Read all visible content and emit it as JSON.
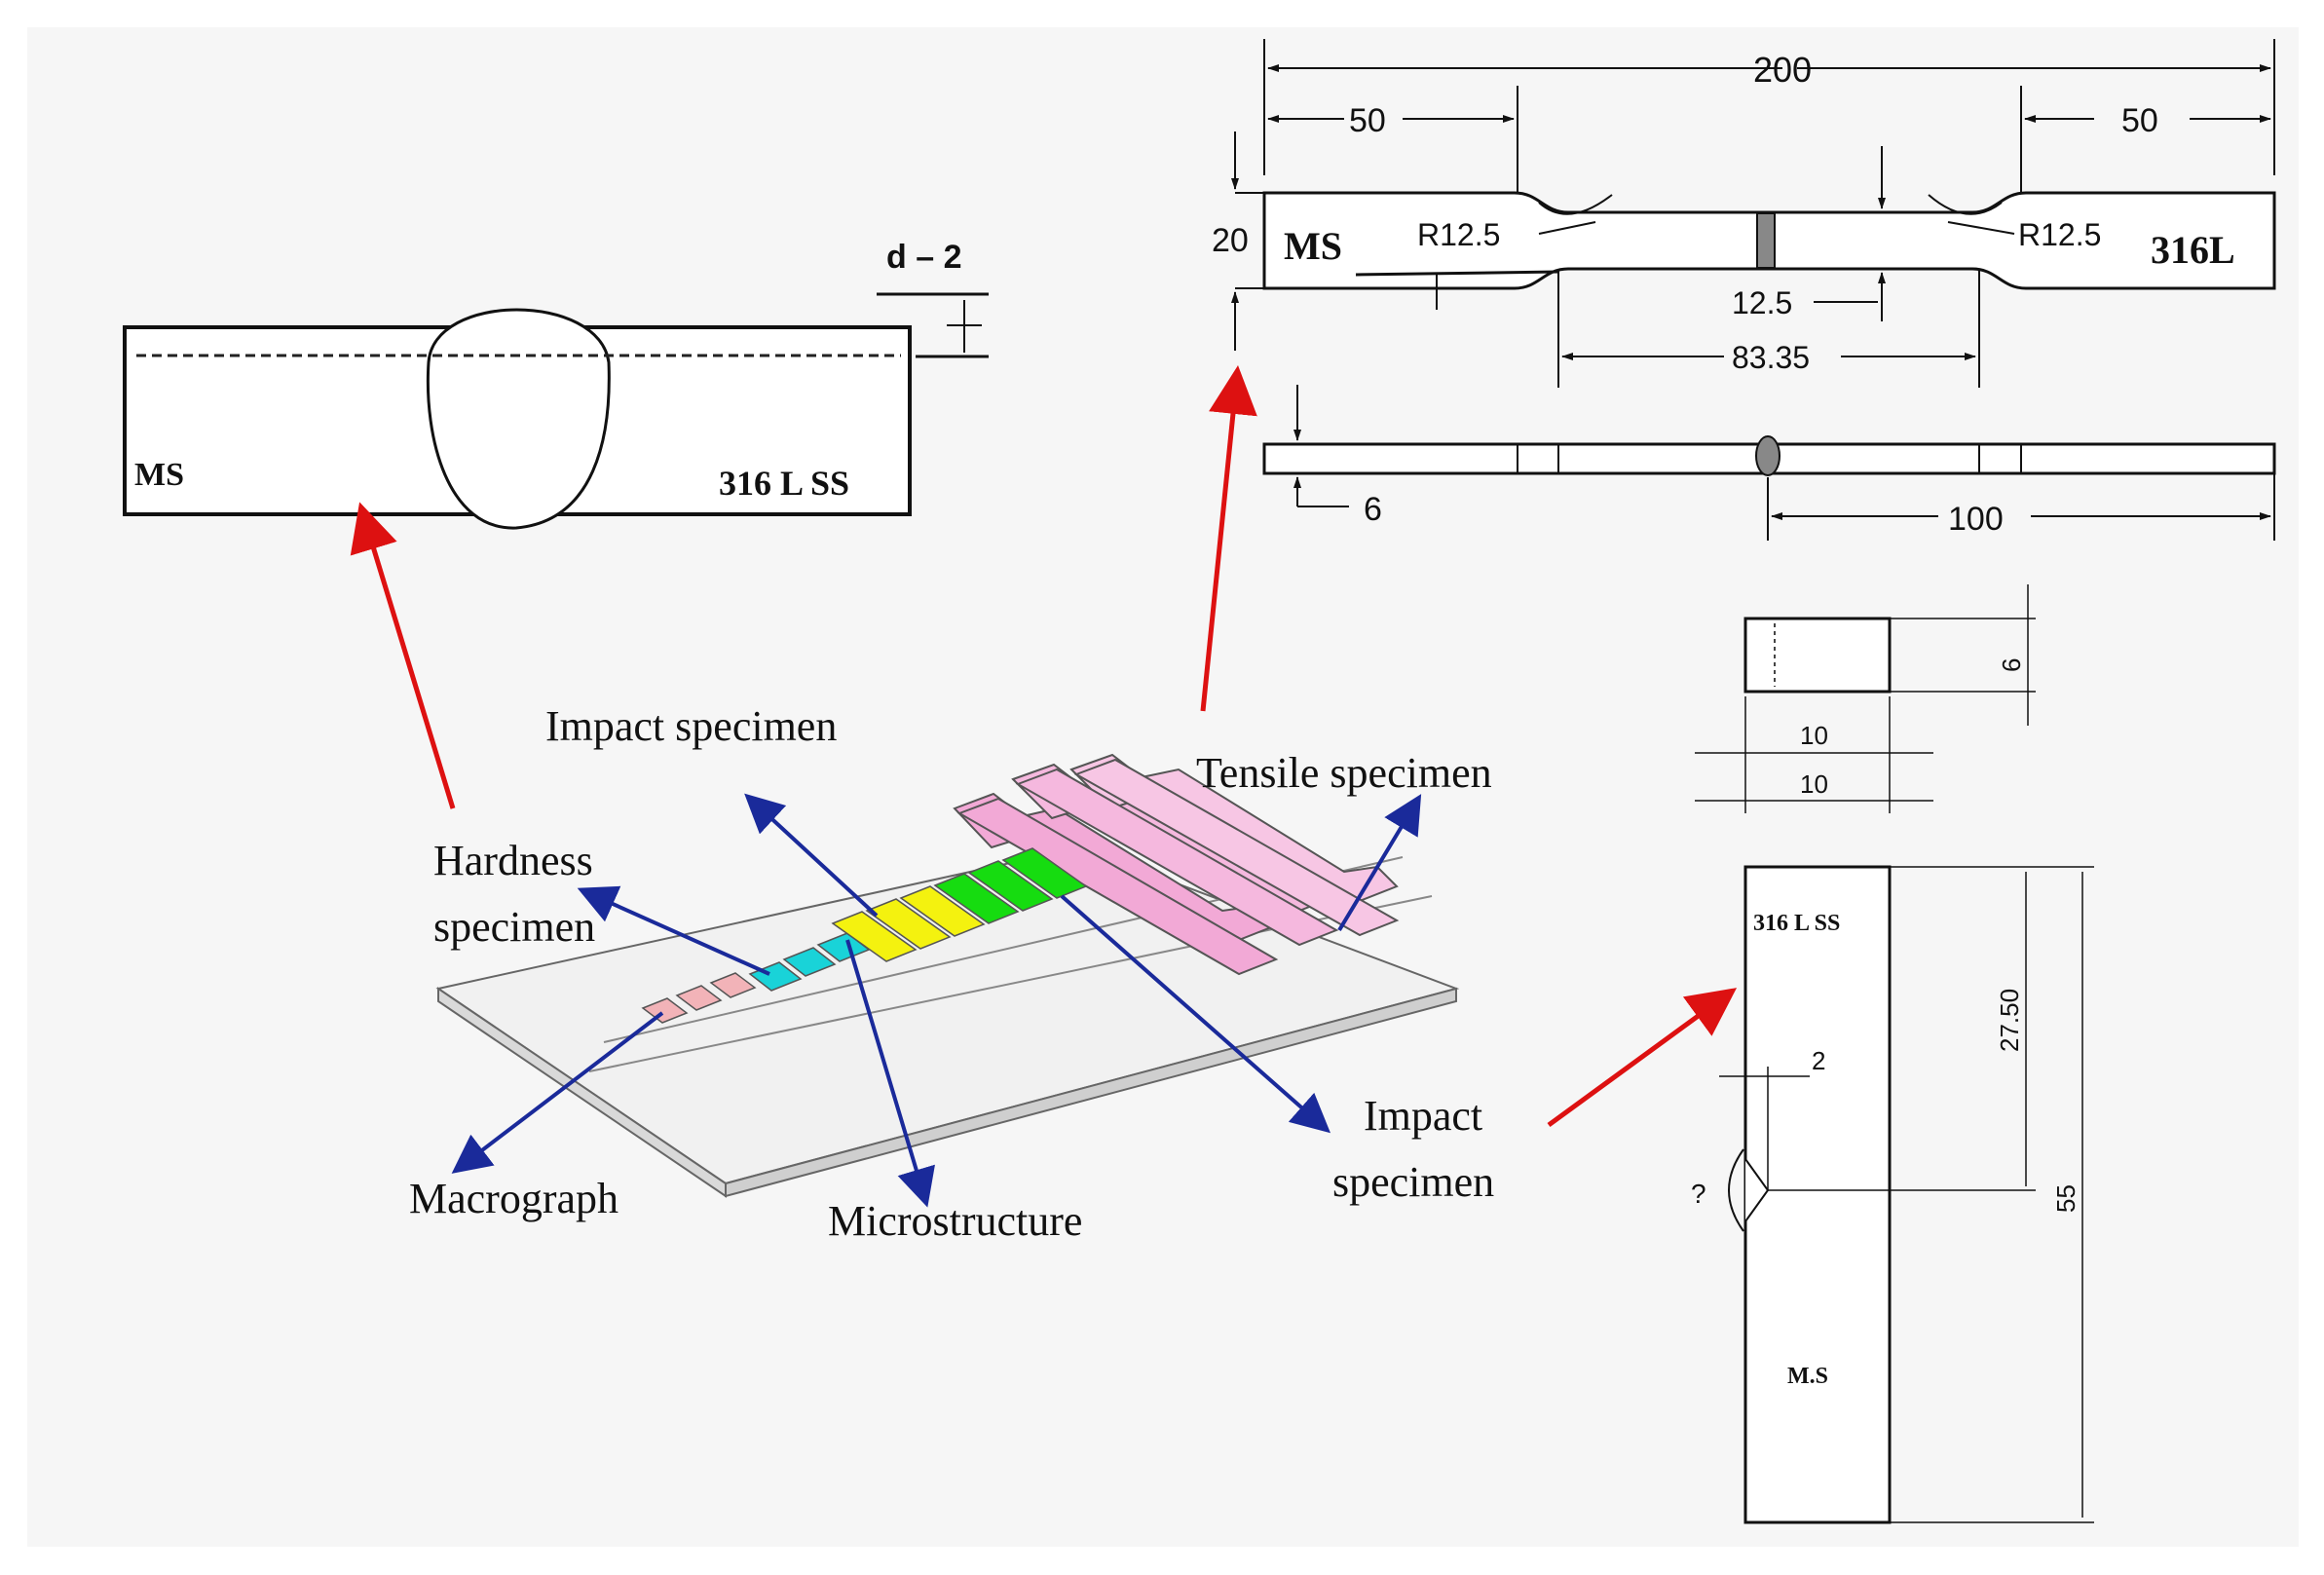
{
  "colors": {
    "background_panel": "#f6f6f6",
    "red_arrow": "#dd1111",
    "blue_arrow": "#1a2a9a",
    "pink": "#f2a9d6",
    "pink_light": "#f7c6e4",
    "salmon": "#f2b3b8",
    "cyan": "#19d3d8",
    "yellow": "#f4f20f",
    "green": "#16dc10"
  },
  "macrograph_drawing": {
    "left_label": "MS",
    "right_label": "316 L SS",
    "depth_label": "d – 2"
  },
  "tensile_drawing": {
    "overall_length": "200",
    "grip_left": "50",
    "grip_right": "50",
    "width": "20",
    "left_label": "MS",
    "right_label": "316L",
    "radius_left": "R12.5",
    "radius_right": "R12.5",
    "gauge_width": "12.5",
    "gauge_length": "83.35",
    "thickness": "6",
    "half_length": "100"
  },
  "impact_drawing": {
    "end_view_height": "6",
    "end_view_width": "10",
    "body_width": "10",
    "top_label": "316 L SS",
    "bottom_label": "M.S",
    "notch_depth": "2",
    "notch_position": "27.50",
    "total_length": "55",
    "notch_angle": "?"
  },
  "plate_labels": {
    "impact_specimen_top": "Impact specimen",
    "tensile_specimen": "Tensile specimen",
    "hardness_specimen_line1": "Hardness",
    "hardness_specimen_line2": "specimen",
    "macrograph": "Macrograph",
    "microstructure": "Microstructure",
    "impact_specimen_right_line1": "Impact",
    "impact_specimen_right_line2": "specimen"
  }
}
